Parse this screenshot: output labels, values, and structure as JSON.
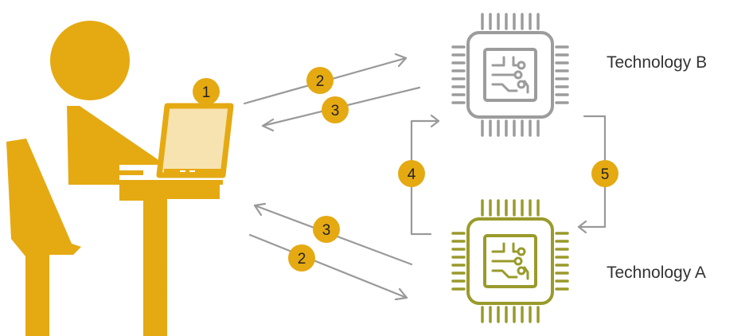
{
  "labels": {
    "technology_b": "Technology B",
    "technology_a": "Technology A"
  },
  "steps": {
    "s1": "1",
    "s2": "2",
    "s3": "3",
    "s4": "4",
    "s5": "5"
  },
  "colors": {
    "person": "#E5A912",
    "screen": "#F7E3B0",
    "badge": "#E5A912",
    "chip_b": "#9C9C9C",
    "chip_a": "#9A9A2C",
    "arrow": "#999999",
    "text": "#333333"
  },
  "icons": {
    "person": "person-at-laptop-icon",
    "chip_b": "microchip-icon",
    "chip_a": "microchip-icon"
  }
}
